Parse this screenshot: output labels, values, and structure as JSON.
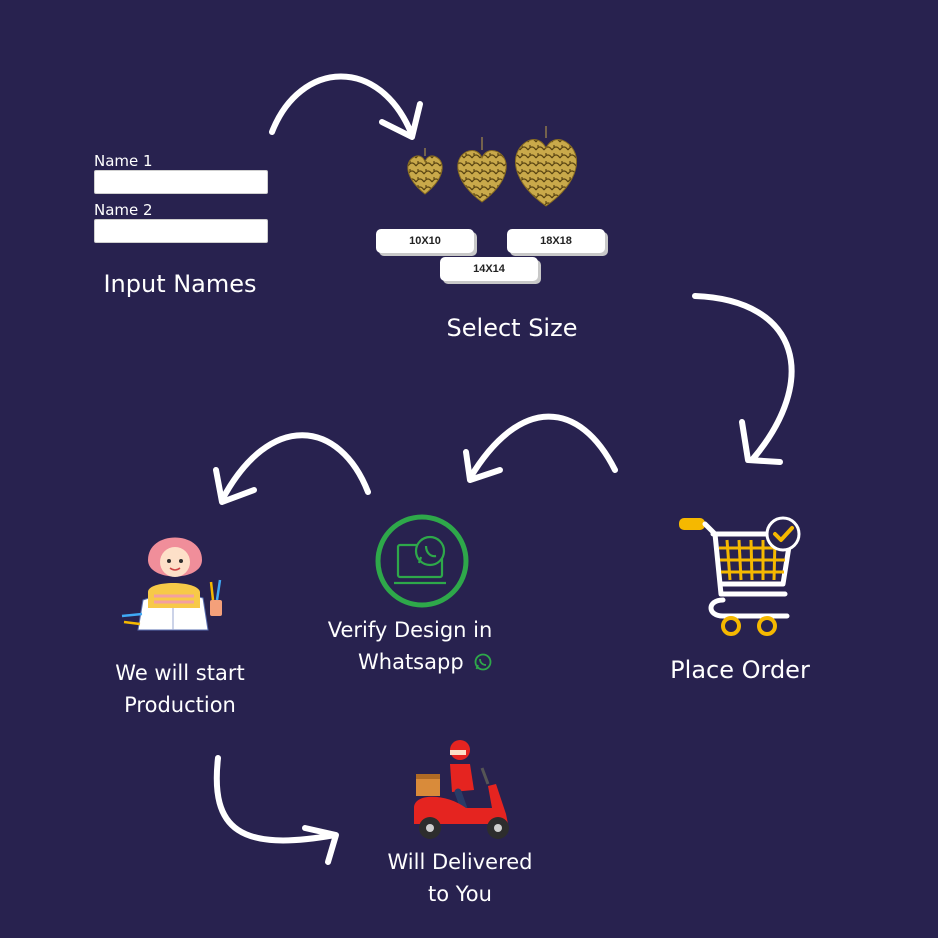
{
  "step_input": {
    "field1_label": "Name 1",
    "field2_label": "Name 2",
    "caption": "Input Names"
  },
  "step_size": {
    "sizes": [
      "10X10",
      "18X18",
      "14X14"
    ],
    "caption": "Select Size"
  },
  "step_order": {
    "caption": "Place Order"
  },
  "step_verify": {
    "caption_line1": "Verify Design in",
    "caption_line2": "Whatsapp"
  },
  "step_production": {
    "caption_line1": "We will start",
    "caption_line2": "Production"
  },
  "step_delivery": {
    "caption_line1": "Will Delivered",
    "caption_line2": "to You"
  },
  "colors": {
    "background": "#28224f",
    "whatsapp_green": "#2ea84a",
    "cart_yellow": "#f5b800",
    "scooter_red": "#e52420",
    "heart_gold": "#b8973a"
  },
  "icons": [
    "arrow-icon",
    "heart-ornament-icon",
    "shopping-cart-icon",
    "whatsapp-icon",
    "girl-drawing-icon",
    "delivery-scooter-icon"
  ]
}
